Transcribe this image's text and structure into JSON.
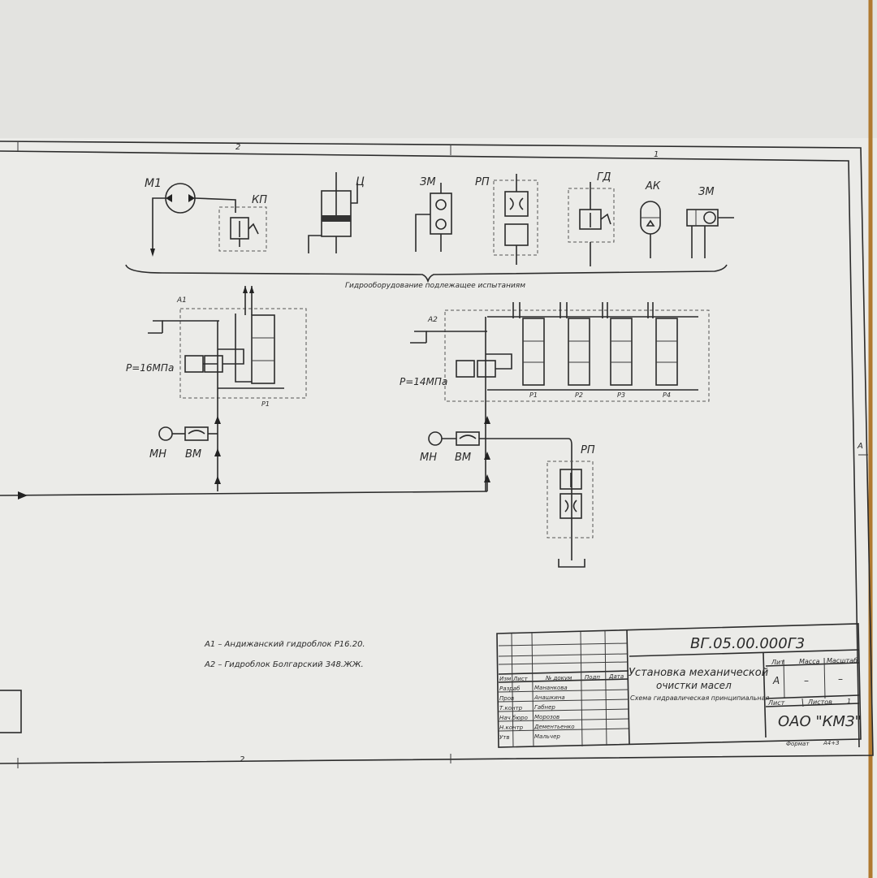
{
  "frame": {
    "zone_top_2": "2",
    "zone_top_1": "1",
    "zone_bottom_2": "2",
    "zone_right_a": "A"
  },
  "legend_symbols": {
    "m1": "М1",
    "kp": "КП",
    "ts": "Ц",
    "zm1": "ЗМ",
    "rp": "РП",
    "gd": "ГД",
    "ak": "АК",
    "zm2": "ЗМ"
  },
  "legend_caption": "Гидрооборудование подлежащее испытаниям",
  "circuit": {
    "a1": "А1",
    "a2": "А2",
    "p_left": "Р=16МПа",
    "p_right": "Р=14МПа",
    "p1_left": "Р1",
    "p1": "Р1",
    "p2": "Р2",
    "p3": "Р3",
    "p4": "Р4",
    "mn_left": "МН",
    "vm_left": "ВМ",
    "mn_right": "МН",
    "vm_right": "ВМ",
    "rp_bottom": "РП"
  },
  "notes": {
    "a1": "А1 – Андижанский гидроблок Р16.20.",
    "a2": "А2 – Гидроблок Болгарский 348.ЖЖ."
  },
  "title_block": {
    "doc_code": "ВГ.05.00.000Г3",
    "title_line1": "Установка механической",
    "title_line2": "очистки масел",
    "title_line3": "Схема гидравлическая принципиальная",
    "col_lit": "Лит",
    "col_mass": "Масса",
    "col_scale": "Масштаб",
    "lit_value": "А",
    "mass_value": "–",
    "scale_value": "–",
    "sheet_label": "Лист",
    "sheets_label": "Листов",
    "sheets_value": "1",
    "org": "ОАО \"КМЗ\"",
    "format_label": "Формат",
    "format_value": "А4+3",
    "hdr_izm": "Изм",
    "hdr_list": "Лист",
    "hdr_doc": "№ докум",
    "hdr_sign": "Подп",
    "hdr_date": "Дата",
    "roles": [
      "Разраб",
      "Пров",
      "Т.контр",
      "Нач.бюро",
      "Н.контр",
      "Утв"
    ],
    "names": [
      "Мананкова",
      "Анашкина",
      "Габнер",
      "Морозов",
      "Дементьенко",
      "Мальчер"
    ]
  }
}
